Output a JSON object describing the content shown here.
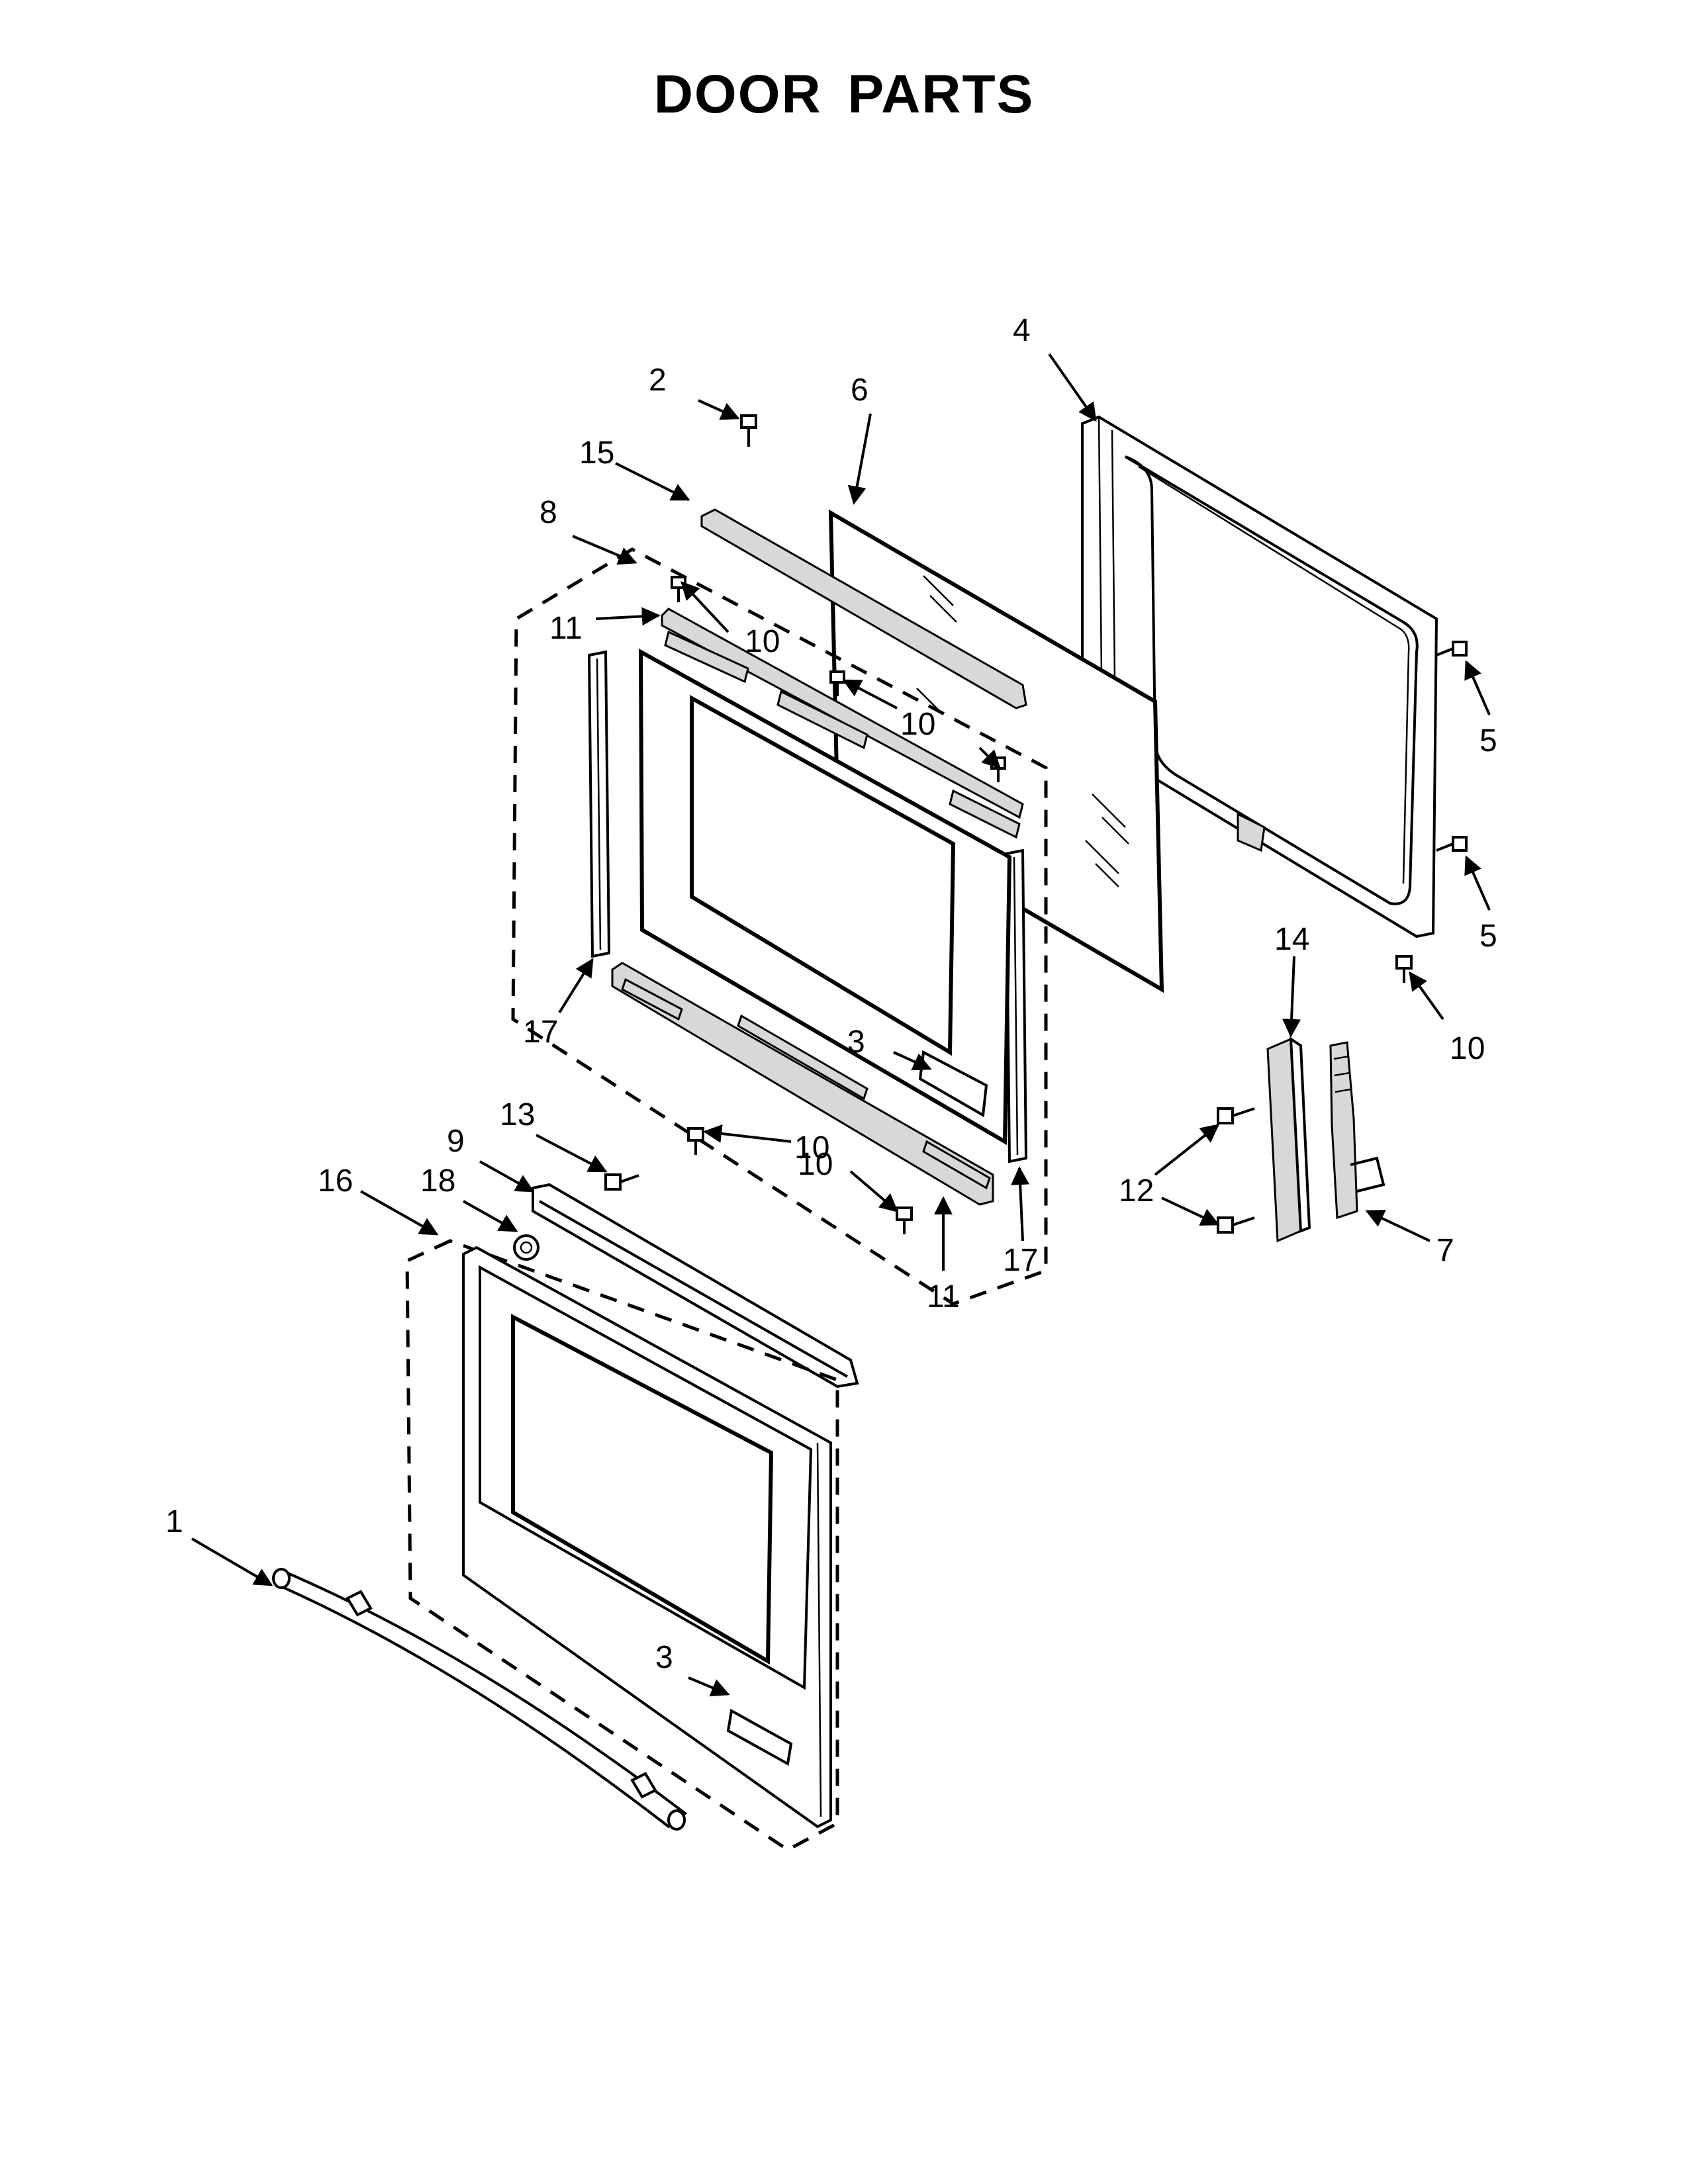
{
  "title": "DOOR PARTS",
  "callouts": {
    "c1": "1",
    "c2": "2",
    "c3a": "3",
    "c3b": "3",
    "c4": "4",
    "c5a": "5",
    "c5b": "5",
    "c6": "6",
    "c7": "7",
    "c8": "8",
    "c9": "9",
    "c10a": "10",
    "c10b": "10",
    "c10c": "10",
    "c10d": "10",
    "c10e": "10",
    "c11a": "11",
    "c11b": "11",
    "c12": "12",
    "c13": "13",
    "c14": "14",
    "c15": "15",
    "c16": "16",
    "c17a": "17",
    "c17b": "17",
    "c18": "18"
  }
}
